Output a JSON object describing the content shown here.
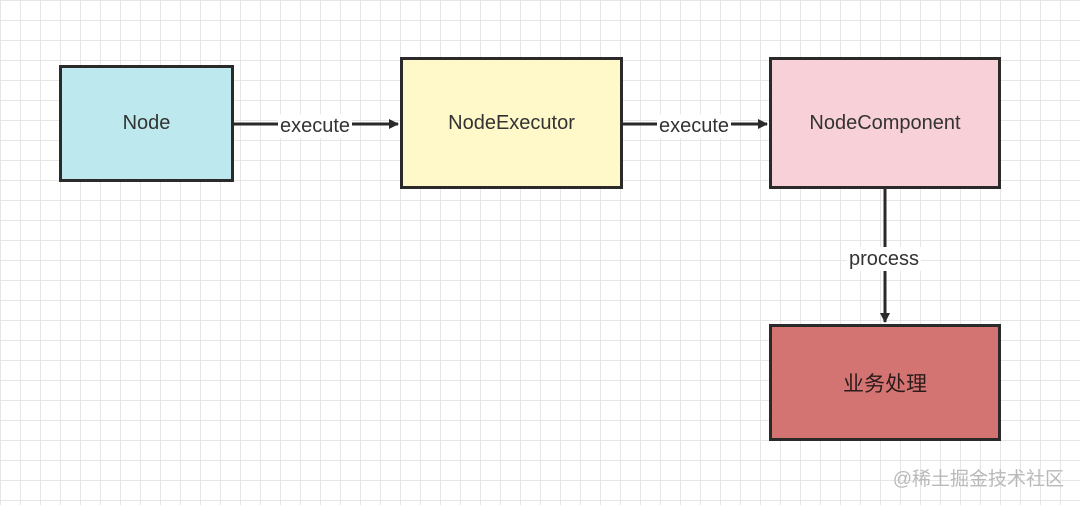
{
  "diagram": {
    "nodes": [
      {
        "id": "node",
        "label": "Node",
        "fill": "#bde8ed"
      },
      {
        "id": "executor",
        "label": "NodeExecutor",
        "fill": "#fff8c9"
      },
      {
        "id": "component",
        "label": "NodeComponent",
        "fill": "#f8d0d7"
      },
      {
        "id": "business",
        "label": "业务处理",
        "fill": "#d47472"
      }
    ],
    "edges": [
      {
        "from": "node",
        "to": "executor",
        "label": "execute"
      },
      {
        "from": "executor",
        "to": "component",
        "label": "execute"
      },
      {
        "from": "component",
        "to": "business",
        "label": "process"
      }
    ]
  },
  "watermark": "@稀土掘金技术社区",
  "colors": {
    "stroke": "#2a2a2a",
    "grid": "#e6e6e6",
    "text": "#333333"
  }
}
